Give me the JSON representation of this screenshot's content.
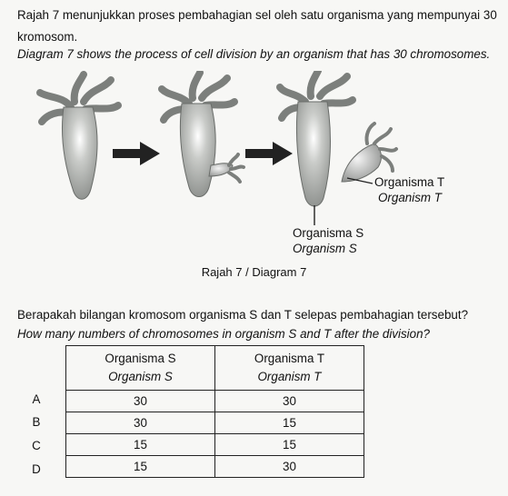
{
  "question_1": {
    "malay_line1": "Rajah 7 menunjukkan proses pembahagian sel oleh satu organisma yang mempunyai 30",
    "malay_line2": "kromosom.",
    "english": "Diagram 7 shows the process of cell division by an organism that has 30 chromosomes."
  },
  "diagram": {
    "label_t_malay": "Organisma T",
    "label_t_english": "Organism T",
    "label_s_malay": "Organisma S",
    "label_s_english": "Organism S",
    "caption": "Rajah 7 / Diagram 7"
  },
  "question_2": {
    "malay": "Berapakah bilangan kromosom organisma S dan T selepas pembahagian tersebut?",
    "english": "How many numbers of chromosomes in organism S and T after the division?"
  },
  "table": {
    "header_s_malay": "Organisma S",
    "header_s_english": "Organism S",
    "header_t_malay": "Organisma T",
    "header_t_english": "Organism T",
    "rows": [
      {
        "option": "A",
        "s": "30",
        "t": "30"
      },
      {
        "option": "B",
        "s": "30",
        "t": "15"
      },
      {
        "option": "C",
        "s": "15",
        "t": "15"
      },
      {
        "option": "D",
        "s": "15",
        "t": "30"
      }
    ]
  }
}
